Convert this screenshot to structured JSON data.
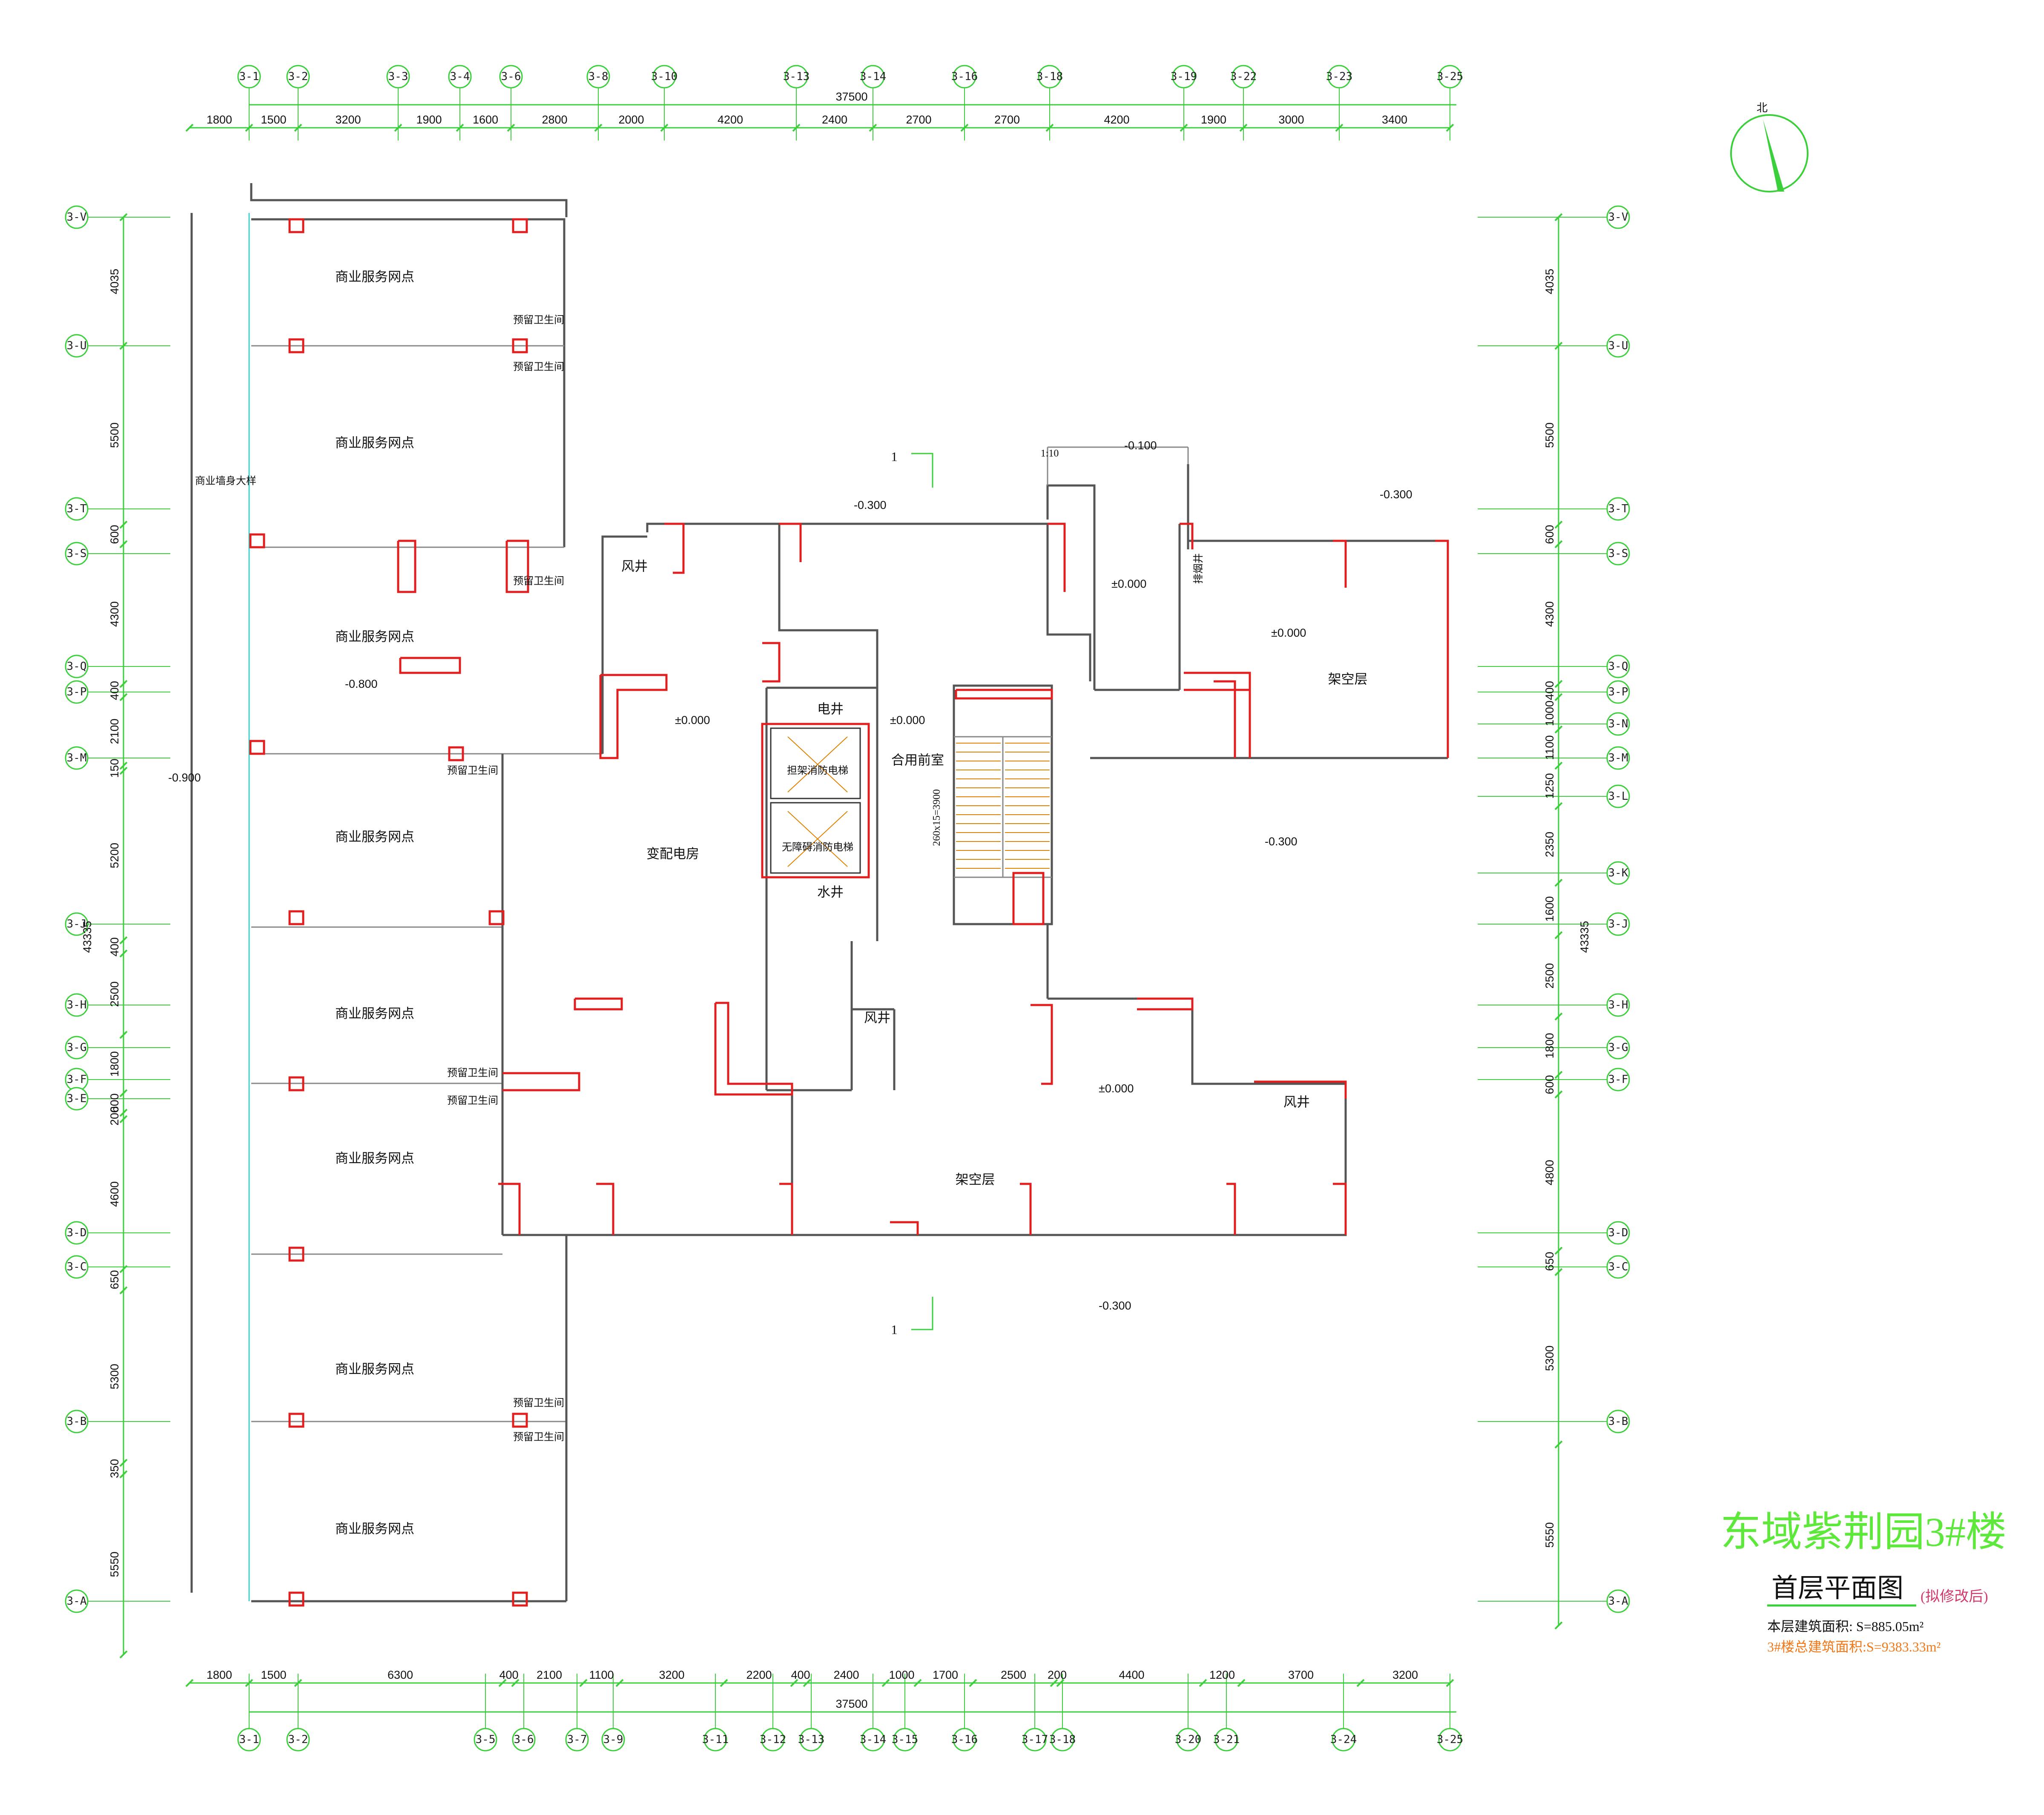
{
  "drawing": {
    "title": "东域紫荆园3#楼",
    "subtitle": "首层平面图",
    "note": "(拟修改后)",
    "floor_area": "本层建筑面积:  S=885.05m²",
    "total_area": "3#楼总建筑面积:S=9383.33m²",
    "north_label": "北"
  },
  "colors": {
    "dim": "#3ccf3c",
    "column": "#e02020",
    "wall": "#555555",
    "title": "#5ee83c",
    "total_area": "#f07818"
  },
  "grid_top": [
    "3-1",
    "3-2",
    "3-3",
    "3-4",
    "3-6",
    "3-8",
    "3-10",
    "3-13",
    "3-14",
    "3-16",
    "3-18",
    "3-19",
    "3-22",
    "3-23",
    "3-25"
  ],
  "grid_bottom": [
    "3-1",
    "3-2",
    "3-5",
    "3-6",
    "3-7",
    "3-9",
    "3-11",
    "3-12",
    "3-13",
    "3-14",
    "3-15",
    "3-16",
    "3-17",
    "3-18",
    "3-20",
    "3-21",
    "3-24",
    "3-25"
  ],
  "grid_left": [
    "3-V",
    "3-U",
    "3-T",
    "3-S",
    "3-Q",
    "3-P",
    "3-M",
    "3-J",
    "3-H",
    "3-G",
    "3-F",
    "3-E",
    "3-D",
    "3-C",
    "3-B",
    "3-A"
  ],
  "grid_right": [
    "3-V",
    "3-U",
    "3-T",
    "3-S",
    "3-Q",
    "3-P",
    "3-N",
    "3-M",
    "3-L",
    "3-K",
    "3-J",
    "3-H",
    "3-G",
    "3-F",
    "3-D",
    "3-C",
    "3-B",
    "3-A"
  ],
  "dims_top_overall": "37500",
  "dims_top": [
    "1800",
    "1500",
    "3200",
    "1900",
    "1600",
    "2800",
    "2000",
    "4200",
    "2400",
    "2700",
    "2700",
    "4200",
    "1900",
    "3000",
    "3400"
  ],
  "dims_bottom_overall": "37500",
  "dims_bottom": [
    "1800",
    "1500",
    "6300",
    "400",
    "2100",
    "1100",
    "3200",
    "2200",
    "400",
    "2400",
    "1000",
    "1700",
    "2500",
    "200",
    "4400",
    "1200",
    "3700",
    "3200"
  ],
  "dims_left_outer": [
    "4035",
    "5500",
    "600",
    "4300",
    "400",
    "2100",
    "150",
    "5200",
    "400",
    "2500",
    "1800",
    "600",
    "200",
    "4600",
    "650",
    "5300",
    "350",
    "5550"
  ],
  "dims_left_total": "43335",
  "dims_right": [
    "4035",
    "5500",
    "600",
    "4300",
    "400",
    "1000",
    "1100",
    "1250",
    "2350",
    "1600",
    "2500",
    "1800",
    "600",
    "4800",
    "650",
    "5300",
    "5550"
  ],
  "dims_right_total": "43335",
  "rooms": {
    "shop": "商业服务网点",
    "toilet": "预留卫生间",
    "substation": "变配电房",
    "lobby": "合用前室",
    "elev_fire": "担架消防电梯",
    "elev_access": "无障碍消防电梯",
    "elec_shaft": "电井",
    "water_shaft": "水井",
    "wind_shaft": "风井",
    "smoke_shaft": "排烟井",
    "overhead": "架空层",
    "facade_note": "商业墙身大样"
  },
  "levels": {
    "minus_0300": "-0.300",
    "minus_0100": "-0.100",
    "minus_0800": "-0.800",
    "minus_0900": "-0.900",
    "zero": "±0.000"
  },
  "section_mark": "1",
  "stair_note": "260x15=3900",
  "scale_note": "1:10"
}
